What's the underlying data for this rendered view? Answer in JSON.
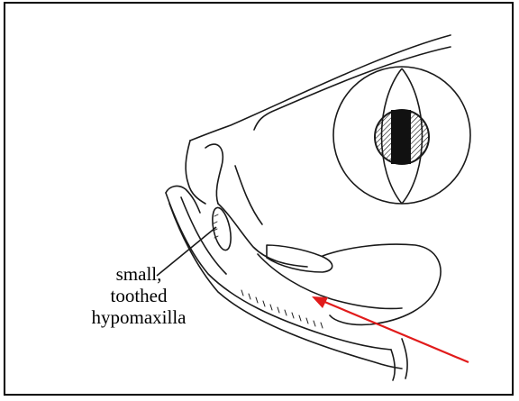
{
  "figure": {
    "label_lines": [
      "small,",
      "toothed",
      "hypomaxilla"
    ],
    "arrow_color": "#e11b1b",
    "line_color": "#1a1a1a"
  }
}
